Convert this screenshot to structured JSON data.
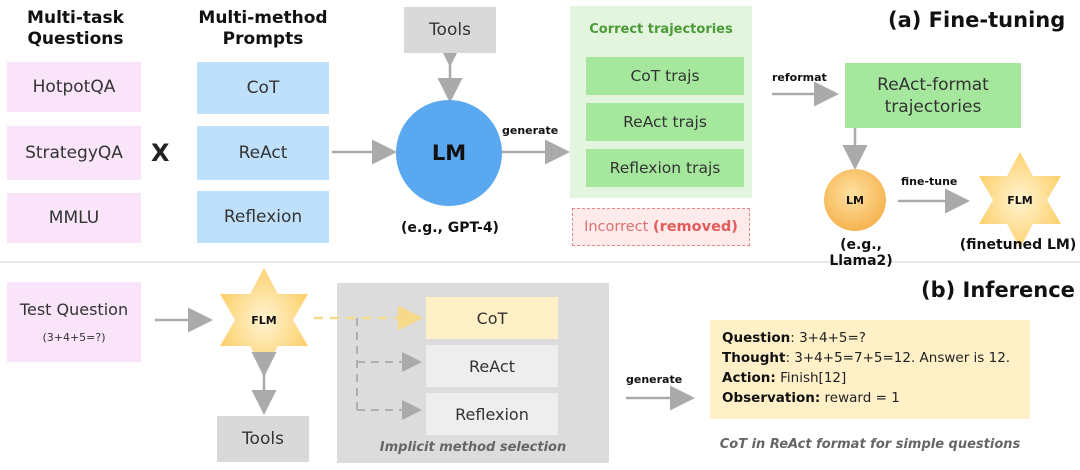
{
  "finetune": {
    "section_title": "(a) Fine-tuning",
    "questions_header_l1": "Multi-task",
    "questions_header_l2": "Questions",
    "questions": [
      "HotpotQA",
      "StrategyQA",
      "MMLU"
    ],
    "cross": "X",
    "prompts_header_l1": "Multi-method",
    "prompts_header_l2": "Prompts",
    "prompts": [
      "CoT",
      "ReAct",
      "Reflexion"
    ],
    "tools": "Tools",
    "lm": "LM",
    "lm_caption": "(e.g., GPT-4)",
    "generate": "generate",
    "correct_title": "Correct trajectories",
    "correct": [
      "CoT trajs",
      "ReAct trajs",
      "Reflexion trajs"
    ],
    "incorrect": "Incorrect",
    "removed": "(removed)",
    "reformat": "reformat",
    "react_format_l1": "ReAct-format",
    "react_format_l2": "trajectories",
    "small_lm": "LM",
    "small_lm_caption": "(e.g., Llama2)",
    "finetune_label": "fine-tune",
    "flm": "FLM",
    "flm_caption": "(finetuned LM)"
  },
  "inference": {
    "section_title": "(b) Inference",
    "test_question": "Test Question",
    "test_example": "(3+4+5=?)",
    "flm": "FLM",
    "tools": "Tools",
    "methods": [
      "CoT",
      "ReAct",
      "Reflexion"
    ],
    "selection_caption": "Implicit method selection",
    "generate": "generate",
    "question_key": "Question",
    "question_val": ": 3+4+5=?",
    "thought_key": "Thought",
    "thought_val": ": 3+4+5=7+5=12. Answer is 12.",
    "action_key": "Action:",
    "action_val": " Finish[12]",
    "observation_key": "Observation:",
    "observation_val": " reward = 1",
    "output_caption": "CoT in ReAct format for simple questions"
  },
  "colors": {
    "pink": "#f9e4f9",
    "blue": "#bfe0fb",
    "green": "#a5e79d",
    "lm_blue": "#5aa8f0",
    "orange": "#fbc56a",
    "star": "#fdd678",
    "removed_red": "#e06060"
  }
}
